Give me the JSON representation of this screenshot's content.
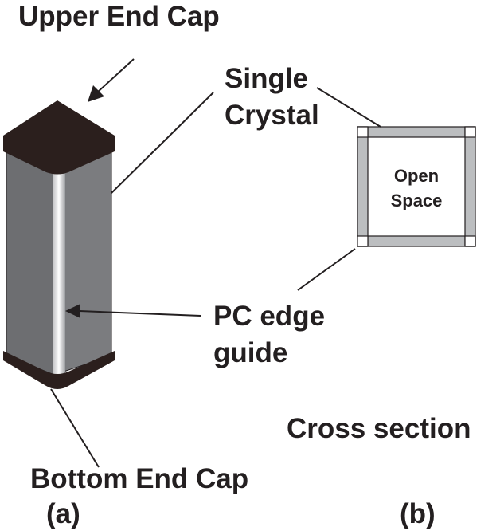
{
  "labels": {
    "upper_end_cap": "Upper End Cap",
    "single": "Single",
    "crystal": "Crystal",
    "open": "Open",
    "space": "Space",
    "pc_edge": "PC edge",
    "guide": "guide",
    "cross_section": "Cross section",
    "bottom_end_cap": "Bottom End Cap",
    "panel_a": "(a)",
    "panel_b": "(b)"
  },
  "colors": {
    "text": "#231f20",
    "cap": "#2b1f1d",
    "crystal_face_left": "#6d6e71",
    "crystal_face_right": "#7b7c7f",
    "edge_guide": "#a7a9ac",
    "frame_fill": "#bcbec0"
  }
}
